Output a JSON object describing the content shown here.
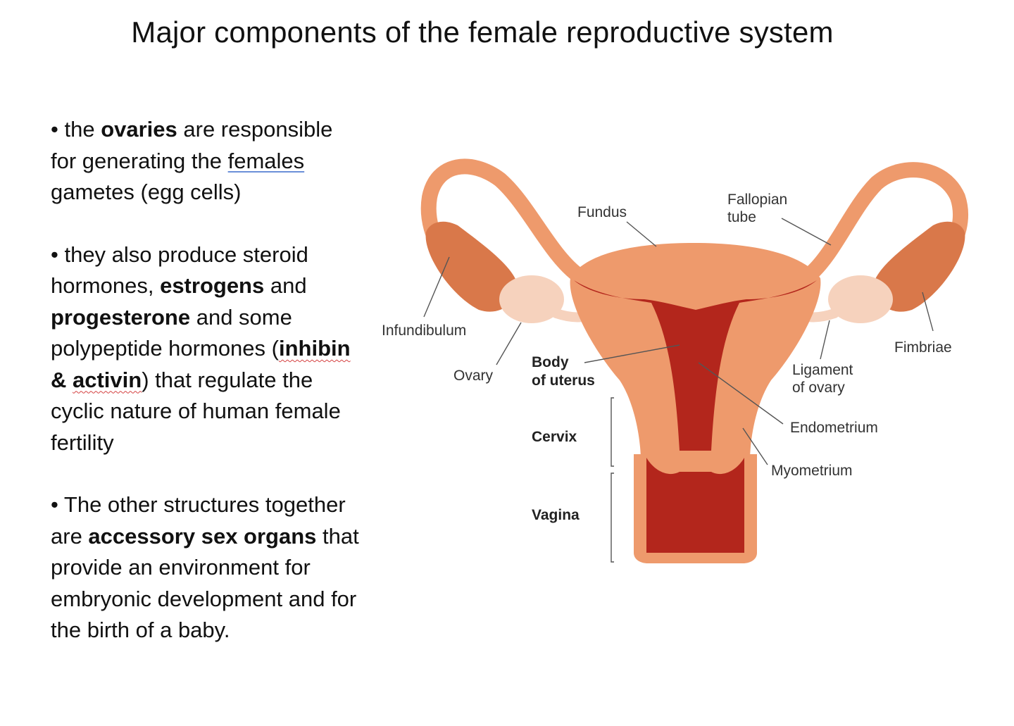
{
  "title": "Major components of the female reproductive system",
  "bullets": [
    {
      "parts": {
        "p0": "• the ",
        "p1": "ovaries",
        "p2": " are responsible for generating the ",
        "p3": "females",
        "p4": " gametes (egg cells)"
      }
    },
    {
      "parts": {
        "p0": "• they also produce steroid hormones,  ",
        "p1": "estrogens",
        "p2": " and ",
        "p3": "progesterone",
        "p4": " and some polypeptide hormones (",
        "p5": "inhibin",
        "p6": " & ",
        "p7": "activin",
        "p8": ") that regulate the cyclic nature of human female fertility"
      }
    },
    {
      "parts": {
        "p0": "• The other structures together are ",
        "p1": "accessory sex organs",
        "p2": " that provide an environment for embryonic development and for the birth of a baby."
      }
    }
  ],
  "diagram": {
    "labels": {
      "fundus": "Fundus",
      "fallopian_tube_1": "Fallopian",
      "fallopian_tube_2": "tube",
      "infundibulum": "Infundibulum",
      "fimbriae": "Fimbriae",
      "ovary": "Ovary",
      "body_of_uterus_1": "Body",
      "body_of_uterus_2": "of uterus",
      "ligament_of_ovary_1": "Ligament",
      "ligament_of_ovary_2": "of ovary",
      "cervix": "Cervix",
      "endometrium": "Endometrium",
      "myometrium": "Myometrium",
      "vagina": "Vagina"
    },
    "colors": {
      "tissue": "#ee9a6c",
      "tissue_dark": "#d9784a",
      "cavity": "#b3261c",
      "cavity_dark": "#8c1410",
      "ovary": "#f6d2bd",
      "line": "#555555"
    }
  }
}
